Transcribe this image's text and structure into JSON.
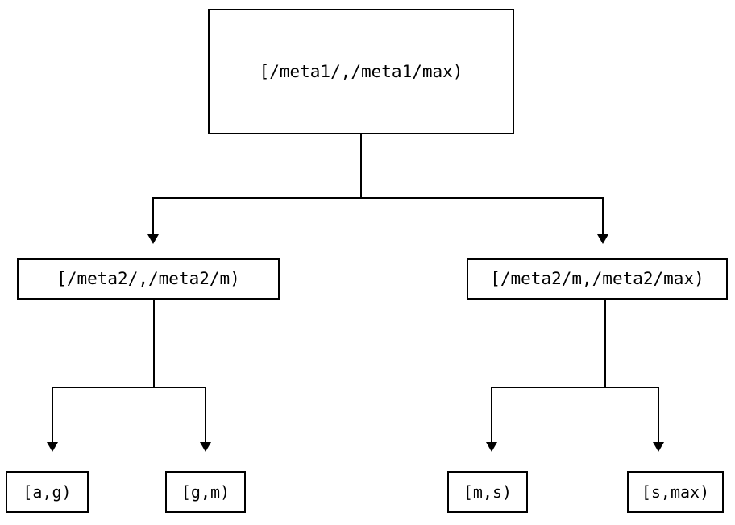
{
  "diagram": {
    "type": "tree",
    "title": "",
    "levels": 3,
    "colors": {
      "stroke": "#000000",
      "background": "#ffffff",
      "text": "#000000"
    },
    "nodes": {
      "root": {
        "id": "root",
        "label": "[/meta1/,/meta1/max)"
      },
      "mid_left": {
        "id": "mid-left",
        "label": "[/meta2/,/meta2/m)"
      },
      "mid_right": {
        "id": "mid-right",
        "label": "[/meta2/m,/meta2/max)"
      },
      "leaf_1": {
        "id": "leaf-1",
        "label": "[a,g)"
      },
      "leaf_2": {
        "id": "leaf-2",
        "label": "[g,m)"
      },
      "leaf_3": {
        "id": "leaf-3",
        "label": "[m,s)"
      },
      "leaf_4": {
        "id": "leaf-4",
        "label": "[s,max)"
      }
    },
    "edges": [
      {
        "from": "root",
        "to": "mid_left",
        "arrow": "down"
      },
      {
        "from": "root",
        "to": "mid_right",
        "arrow": "down"
      },
      {
        "from": "mid_left",
        "to": "leaf_1",
        "arrow": "down"
      },
      {
        "from": "mid_left",
        "to": "leaf_2",
        "arrow": "down"
      },
      {
        "from": "mid_right",
        "to": "leaf_3",
        "arrow": "down"
      },
      {
        "from": "mid_right",
        "to": "leaf_4",
        "arrow": "down"
      }
    ]
  }
}
